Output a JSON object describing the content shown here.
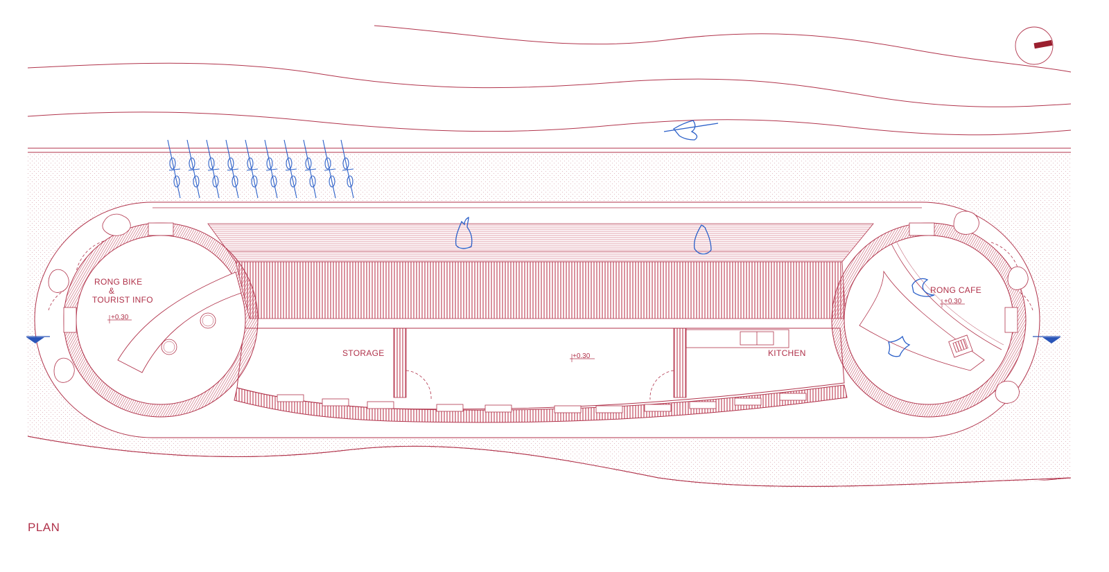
{
  "caption": "PLAN",
  "rooms": {
    "bike_info_line1": "RONG BIKE",
    "bike_info_line2": "&",
    "bike_info_line3": "TOURIST INFO",
    "storage": "STORAGE",
    "kitchen": "KITCHEN",
    "cafe": "RONG CAFE"
  },
  "levels": {
    "bike_info": "+0.30",
    "main_hall": "+0.30",
    "cafe": "+0.30"
  },
  "colors": {
    "line": "#b0324a",
    "hatch": "#c0485e",
    "figure": "#2a5fc8",
    "marker": "#2a55b8",
    "north": "#9a1f2e"
  },
  "icons": {
    "north_arrow": "north-arrow-icon",
    "section_marker": "section-marker-icon"
  }
}
